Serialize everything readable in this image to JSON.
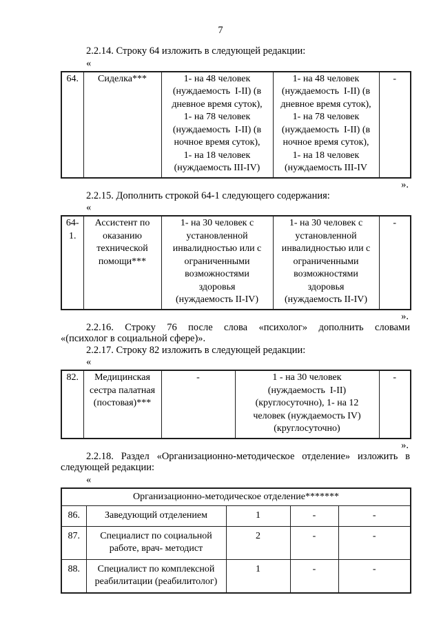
{
  "page_number": "7",
  "marks": {
    "open": "«",
    "close": "»."
  },
  "paragraphs": {
    "p2214": "2.2.14. Строку 64 изложить в следующей редакции:",
    "p2215": "2.2.15. Дополнить строкой 64-1 следующего содержания:",
    "p2216_line1": "2.2.16. Строку 76 после слова «психолог» дополнить словами",
    "p2216_line2": "«(психолог в социальной сфере)».",
    "p2217": "2.2.17. Строку 82 изложить в следующей редакции:",
    "p2218_line1": "2.2.18. Раздел «Организационно-методическое отделение» изложить в",
    "p2218_line2": "следующей редакции:"
  },
  "table_64": {
    "row": {
      "num": "64.",
      "name": "Сиделка***",
      "norm_col1": "1- на 48 человек\n(нуждаемость  I-II) (в\nдневное время суток),\n1- на 78 человек\n(нуждаемость  I-II) (в\nночное время суток),\n1- на 18 человек\n(нуждаемость III-IV)",
      "norm_col2": "1- на 48 человек\n(нуждаемость  I-II) (в\nдневное время суток),\n1- на 78 человек\n(нуждаемость  I-II) (в\nночное время суток),\n1- на 18 человек\n(нуждаемость III-IV",
      "note": "-"
    }
  },
  "table_64_1": {
    "row": {
      "num": "64-1.",
      "name": "Ассистент по\nоказанию\nтехнической\nпомощи***",
      "norm_col1": "1- на 30 человек с\nустановленной\nинвалидностью или с\nограниченными\nвозможностями\nздоровья\n(нуждаемость II-IV)",
      "norm_col2": "1- на 30 человек с\nустановленной\nинвалидностью или с\nограниченными\nвозможностями\nздоровья\n(нуждаемость II-IV)",
      "note": "-"
    }
  },
  "table_82": {
    "row": {
      "num": "82.",
      "name": "Медицинская\nсестра палатная\n(постовая)***",
      "norm_col1": "-",
      "norm_col2": "1 - на 30 человек\n(нуждаемость  I-II)\n(круглосуточно), 1- на 12\nчеловек (нуждаемость IV)\n(круглосуточно)",
      "note": "-"
    }
  },
  "table_org": {
    "title": "Организационно-методическое отделение*******",
    "rows": [
      {
        "num": "86.",
        "name": "Заведующий отделением",
        "c3": "1",
        "c4": "-",
        "c5": "-"
      },
      {
        "num": "87.",
        "name": "Специалист по социальной\nработе, врач- методист",
        "c3": "2",
        "c4": "-",
        "c5": "-"
      },
      {
        "num": "88.",
        "name": "Специалист по комплексной\nреабилитации (реабилитолог)",
        "c3": "1",
        "c4": "-",
        "c5": "-"
      }
    ]
  }
}
